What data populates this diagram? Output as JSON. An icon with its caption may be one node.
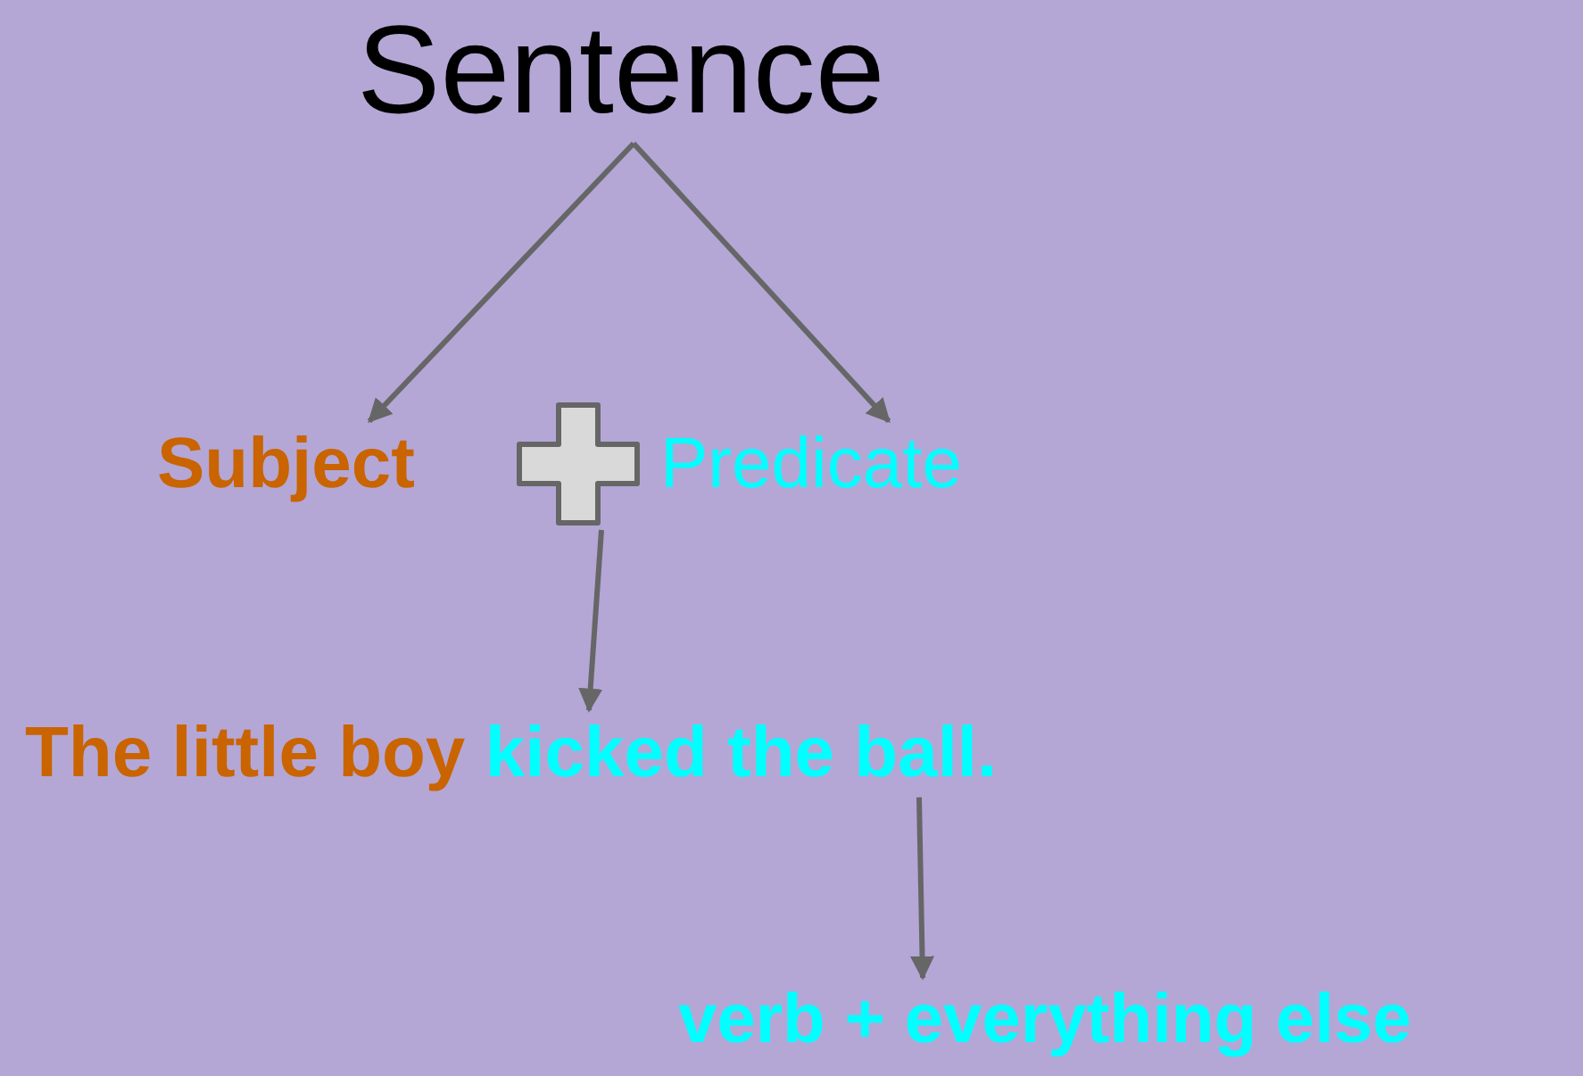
{
  "diagram": {
    "nodes": [
      {
        "text": [
          "Sentence"
        ]
      },
      {
        "text": [
          "Subject"
        ]
      },
      {
        "text": [],
        "shape": "plus"
      },
      {
        "text": [
          "Predicate"
        ]
      },
      {
        "text": [
          "The little boy",
          "kicked the ball."
        ]
      },
      {
        "text": [
          "verb + everything else"
        ]
      }
    ],
    "edges": [
      {
        "from": 0,
        "to": 1,
        "arrow": "to"
      },
      {
        "from": 0,
        "to": 3,
        "arrow": "to"
      },
      {
        "from": 2,
        "to": 4,
        "arrow": "to"
      },
      {
        "from": 4,
        "to": 5,
        "arrow": "to"
      }
    ]
  }
}
